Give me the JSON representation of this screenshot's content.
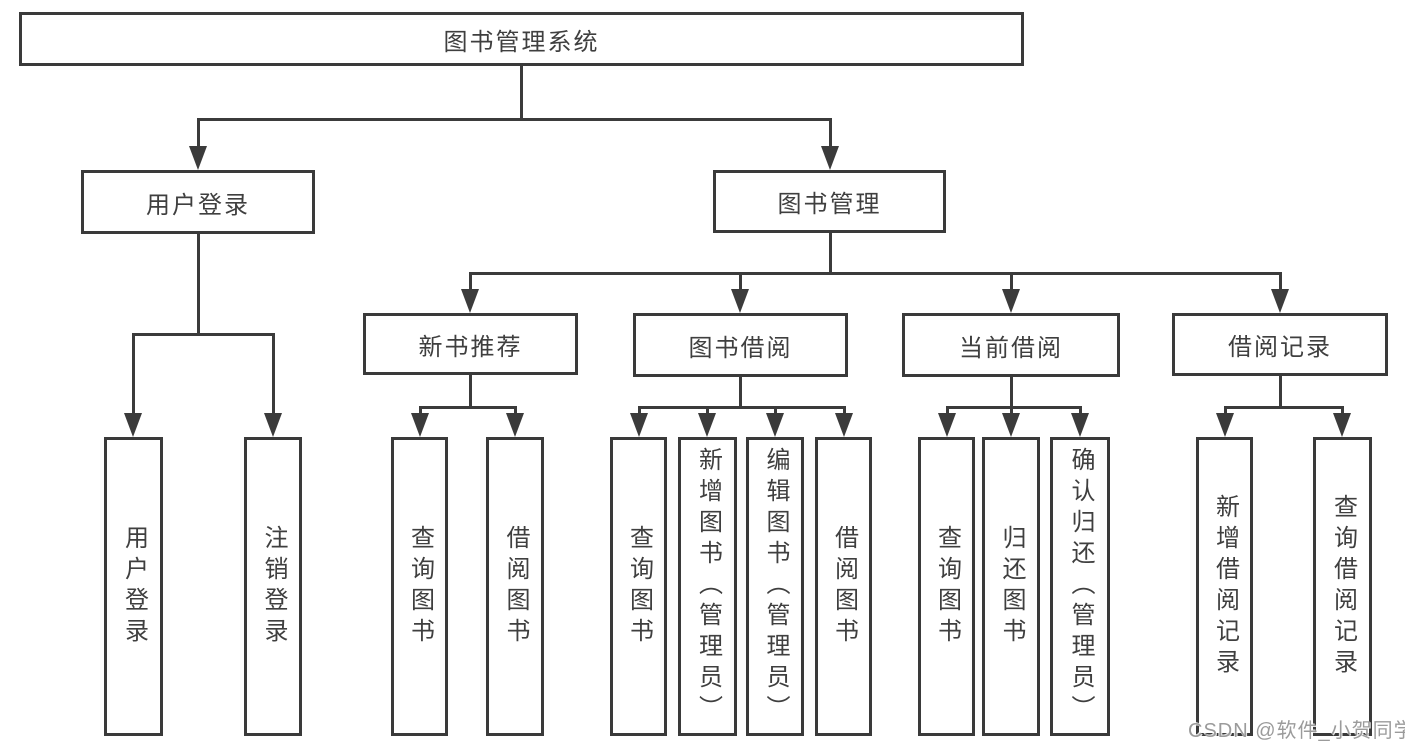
{
  "diagram_title": "图书管理系统",
  "nodes": [
    {
      "id": "root",
      "label": "图书管理系统"
    },
    {
      "id": "user-login",
      "label": "用户登录"
    },
    {
      "id": "book-management",
      "label": "图书管理"
    },
    {
      "id": "new-book-recommend",
      "label": "新书推荐"
    },
    {
      "id": "book-borrow",
      "label": "图书借阅"
    },
    {
      "id": "current-borrow",
      "label": "当前借阅"
    },
    {
      "id": "borrow-records",
      "label": "借阅记录"
    },
    {
      "id": "leaf-user-login",
      "label": "用户登录"
    },
    {
      "id": "leaf-logout",
      "label": "注销登录"
    },
    {
      "id": "leaf-query-books-1",
      "label": "查询图书"
    },
    {
      "id": "leaf-borrow-books-1",
      "label": "借阅图书"
    },
    {
      "id": "leaf-query-books-2",
      "label": "查询图书"
    },
    {
      "id": "leaf-add-book",
      "label": "新增图书（管理员）"
    },
    {
      "id": "leaf-edit-book",
      "label": "编辑图书（管理员）"
    },
    {
      "id": "leaf-borrow-books-2",
      "label": "借阅图书"
    },
    {
      "id": "leaf-query-books-3",
      "label": "查询图书"
    },
    {
      "id": "leaf-return-book",
      "label": "归还图书"
    },
    {
      "id": "leaf-confirm-return",
      "label": "确认归还（管理员）"
    },
    {
      "id": "leaf-add-borrow-record",
      "label": "新增借阅记录"
    },
    {
      "id": "leaf-query-borrow-record",
      "label": "查询借阅记录"
    }
  ],
  "edges": [
    {
      "from": "root",
      "to": "user-login"
    },
    {
      "from": "root",
      "to": "book-management"
    },
    {
      "from": "user-login",
      "to": "leaf-user-login"
    },
    {
      "from": "user-login",
      "to": "leaf-logout"
    },
    {
      "from": "book-management",
      "to": "new-book-recommend"
    },
    {
      "from": "book-management",
      "to": "book-borrow"
    },
    {
      "from": "book-management",
      "to": "current-borrow"
    },
    {
      "from": "book-management",
      "to": "borrow-records"
    },
    {
      "from": "new-book-recommend",
      "to": "leaf-query-books-1"
    },
    {
      "from": "new-book-recommend",
      "to": "leaf-borrow-books-1"
    },
    {
      "from": "book-borrow",
      "to": "leaf-query-books-2"
    },
    {
      "from": "book-borrow",
      "to": "leaf-add-book"
    },
    {
      "from": "book-borrow",
      "to": "leaf-edit-book"
    },
    {
      "from": "book-borrow",
      "to": "leaf-borrow-books-2"
    },
    {
      "from": "current-borrow",
      "to": "leaf-query-books-3"
    },
    {
      "from": "current-borrow",
      "to": "leaf-return-book"
    },
    {
      "from": "current-borrow",
      "to": "leaf-confirm-return"
    },
    {
      "from": "borrow-records",
      "to": "leaf-add-borrow-record"
    },
    {
      "from": "borrow-records",
      "to": "leaf-query-borrow-record"
    }
  ],
  "watermark": {
    "text": "CSDN @软件_小贺同学"
  },
  "colors": {
    "background": "#ffffff",
    "line": "#3b3b3b",
    "box_border": "#3a3a3a",
    "text": "#3f3f3f",
    "watermark": "#9b9b9b"
  }
}
